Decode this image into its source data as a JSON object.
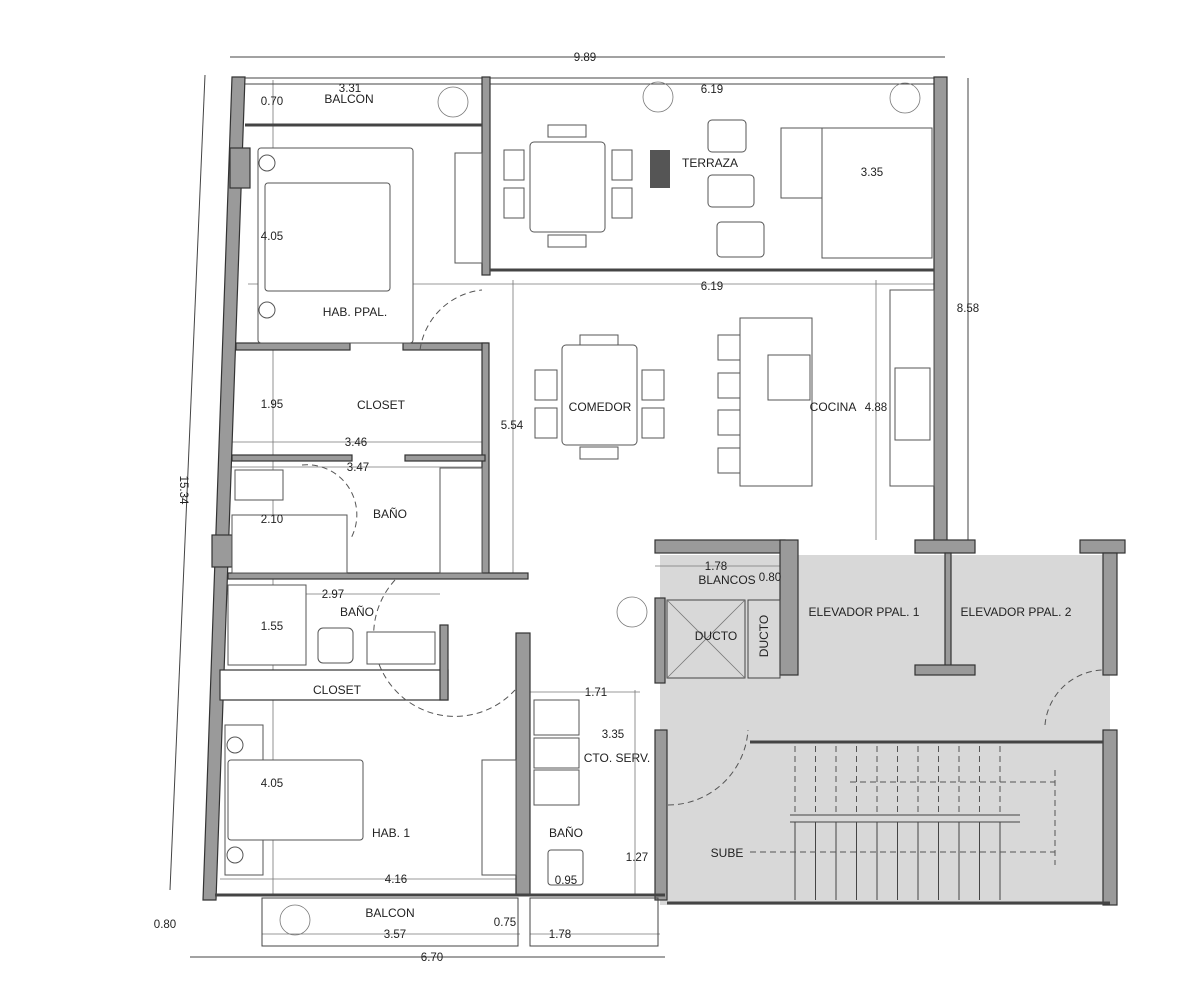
{
  "plan": {
    "overall": {
      "width_top": "9.89",
      "height_left": "15.34",
      "width_bottom": "6.70",
      "offset_bottom_left": "0.80",
      "right_height": "8.58"
    },
    "rooms": {
      "balcon_top": "BALCON",
      "terraza": "TERRAZA",
      "hab_ppal": "HAB. PPAL.",
      "closet_1": "CLOSET",
      "comedor": "COMEDOR",
      "cocina": "COCINA",
      "bano_1": "BAÑO",
      "bano_2": "BAÑO",
      "blancos": "BLANCOS",
      "elevador_1": "ELEVADOR PPAL. 1",
      "elevador_2": "ELEVADOR PPAL. 2",
      "ducto_1": "DUCTO",
      "ducto_2": "DUCTO",
      "closet_2": "CLOSET",
      "cto_serv": "CTO. SERV.",
      "hab_1": "HAB. 1",
      "bano_3": "BAÑO",
      "sube": "SUBE",
      "balcon_bottom": "BALCON"
    },
    "dimensions": {
      "balcon_width": "3.31",
      "balcon_depth": "0.70",
      "terraza_width": "6.19",
      "terraza_depth": "3.35",
      "hab_ppal_height": "4.05",
      "sala_width": "6.19",
      "closet_height": "1.95",
      "sala_height": "5.54",
      "cocina_height": "4.88",
      "closet_width": "3.46",
      "bano_width": "3.47",
      "bano_height": "2.10",
      "blancos_width": "1.78",
      "blancos_depth": "0.80",
      "bano2_width": "2.97",
      "bano2_height": "1.55",
      "serv_width": "1.71",
      "serv_height": "3.35",
      "hab1_height": "4.05",
      "bano3_height": "1.27",
      "bano3_width": "0.95",
      "hab1_width": "4.16",
      "balcon_bottom_depth": "0.75",
      "balcon_bottom_width": "3.57",
      "jardinera_width": "1.78"
    }
  }
}
